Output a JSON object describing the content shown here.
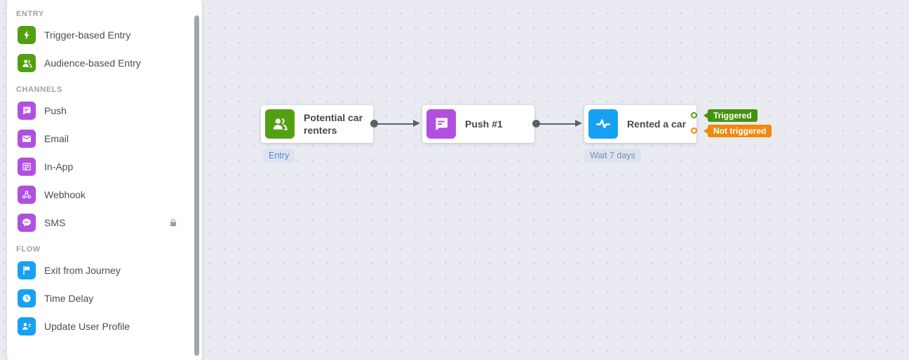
{
  "sidebar": {
    "sections": [
      {
        "title": "ENTRY",
        "items": [
          {
            "label": "Trigger-based Entry",
            "icon": "lightning-icon"
          },
          {
            "label": "Audience-based Entry",
            "icon": "audience-icon"
          }
        ]
      },
      {
        "title": "CHANNELS",
        "items": [
          {
            "label": "Push",
            "icon": "chat-message-icon"
          },
          {
            "label": "Email",
            "icon": "envelope-icon"
          },
          {
            "label": "In-App",
            "icon": "in-app-layout-icon"
          },
          {
            "label": "Webhook",
            "icon": "webhook-icon"
          },
          {
            "label": "SMS",
            "icon": "sms-bubble-icon",
            "locked": true
          }
        ]
      },
      {
        "title": "FLOW",
        "items": [
          {
            "label": "Exit from Journey",
            "icon": "flag-icon"
          },
          {
            "label": "Time Delay",
            "icon": "clock-icon"
          },
          {
            "label": "Update User Profile",
            "icon": "user-profile-icon"
          }
        ]
      }
    ]
  },
  "canvas": {
    "nodes": [
      {
        "title": "Potential car renters",
        "tag": "Entry",
        "icon": "audience-icon",
        "color": "#52a012"
      },
      {
        "title": "Push #1",
        "icon": "chat-message-icon",
        "color": "#b14fe0"
      },
      {
        "title": "Rented a car",
        "tag": "Wait 7 days",
        "icon": "activity-pulse-icon",
        "color": "#16a1f2",
        "outputs": [
          {
            "label": "Triggered",
            "color": "#44930e"
          },
          {
            "label": "Not triggered",
            "color": "#ef890f"
          }
        ]
      }
    ]
  },
  "colors": {
    "entry_green": "#52a012",
    "channel_purple": "#b14fe0",
    "flow_blue": "#16a1f2",
    "triggered_badge": "#44930e",
    "not_triggered_badge": "#ef890f",
    "connector": "#5a616e",
    "canvas_bg": "#e9ebf0",
    "canvas_dot": "#c5d3e9",
    "tag_bg": "#dde4f0"
  }
}
